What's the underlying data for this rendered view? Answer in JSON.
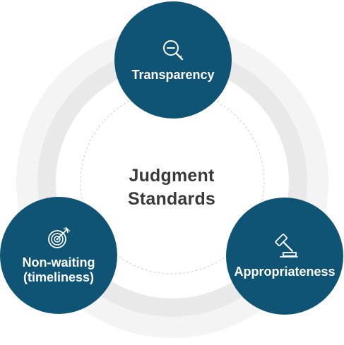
{
  "center": {
    "line1": "Judgment",
    "line2": "Standards"
  },
  "colors": {
    "node_fill": "#0f5474",
    "ring_light": "#f4f4f4",
    "ring_mid": "#e9e9e9",
    "dashed": "#cfcfcf",
    "text_dark": "#3a3a3a"
  },
  "nodes": [
    {
      "label": "Transparency",
      "icon": "magnifier-minus-icon"
    },
    {
      "label": "Non-waiting\n(timeliness)",
      "icon": "target-arrow-icon"
    },
    {
      "label": "Appropriateness",
      "icon": "gavel-icon"
    }
  ]
}
